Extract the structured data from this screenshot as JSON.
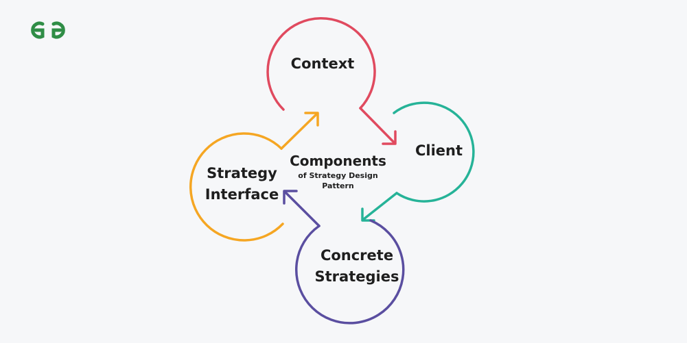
{
  "logo": {
    "text": "GG",
    "color": "#2f8d46"
  },
  "center": {
    "title": "Components",
    "subtitle_line1": "of Strategy Design",
    "subtitle_line2": "Pattern"
  },
  "nodes": {
    "context": {
      "line1": "Context",
      "line2": "",
      "color": "#e04a5f"
    },
    "client": {
      "line1": "Client",
      "line2": "",
      "color": "#26b398"
    },
    "concrete": {
      "line1": "Concrete",
      "line2": "Strategies",
      "color": "#5a4ea0"
    },
    "strategy": {
      "line1": "Strategy",
      "line2": "Interface",
      "color": "#f5a623"
    }
  }
}
